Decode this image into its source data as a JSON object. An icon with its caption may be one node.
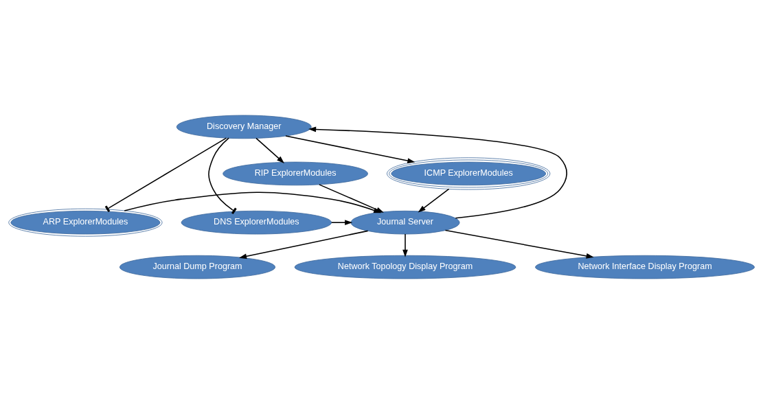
{
  "diagram": {
    "nodes": [
      {
        "text": [
          "Discovery Manager"
        ]
      },
      {
        "text": [
          "ICMP ExplorerModules"
        ]
      },
      {
        "text": [
          "RIP ExplorerModules"
        ]
      },
      {
        "text": [
          "ARP ExplorerModules"
        ]
      },
      {
        "text": [
          "Journal Server"
        ]
      },
      {
        "text": [
          "DNS ExplorerModules"
        ]
      },
      {
        "text": [
          "Journal Dump Program"
        ]
      },
      {
        "text": [
          "Network Topology Display Program"
        ]
      },
      {
        "text": [
          "Network Interface Display Program"
        ]
      }
    ],
    "edges": [
      {
        "from": 0,
        "to": 1,
        "arrow": "to"
      },
      {
        "from": 0,
        "to": 2,
        "arrow": "to"
      },
      {
        "from": 0,
        "to": 3,
        "arrow": "other"
      },
      {
        "from": 0,
        "to": 5,
        "arrow": "other"
      },
      {
        "from": 1,
        "to": 4,
        "arrow": "to"
      },
      {
        "from": 2,
        "to": 4,
        "arrow": "to"
      },
      {
        "from": 3,
        "to": 4,
        "arrow": "to"
      },
      {
        "from": 5,
        "to": 4,
        "arrow": "to"
      },
      {
        "from": 4,
        "to": 0,
        "arrow": "to"
      },
      {
        "from": 4,
        "to": 6,
        "arrow": "to"
      },
      {
        "from": 4,
        "to": 7,
        "arrow": "to"
      },
      {
        "from": 4,
        "to": 8,
        "arrow": "to"
      }
    ]
  }
}
